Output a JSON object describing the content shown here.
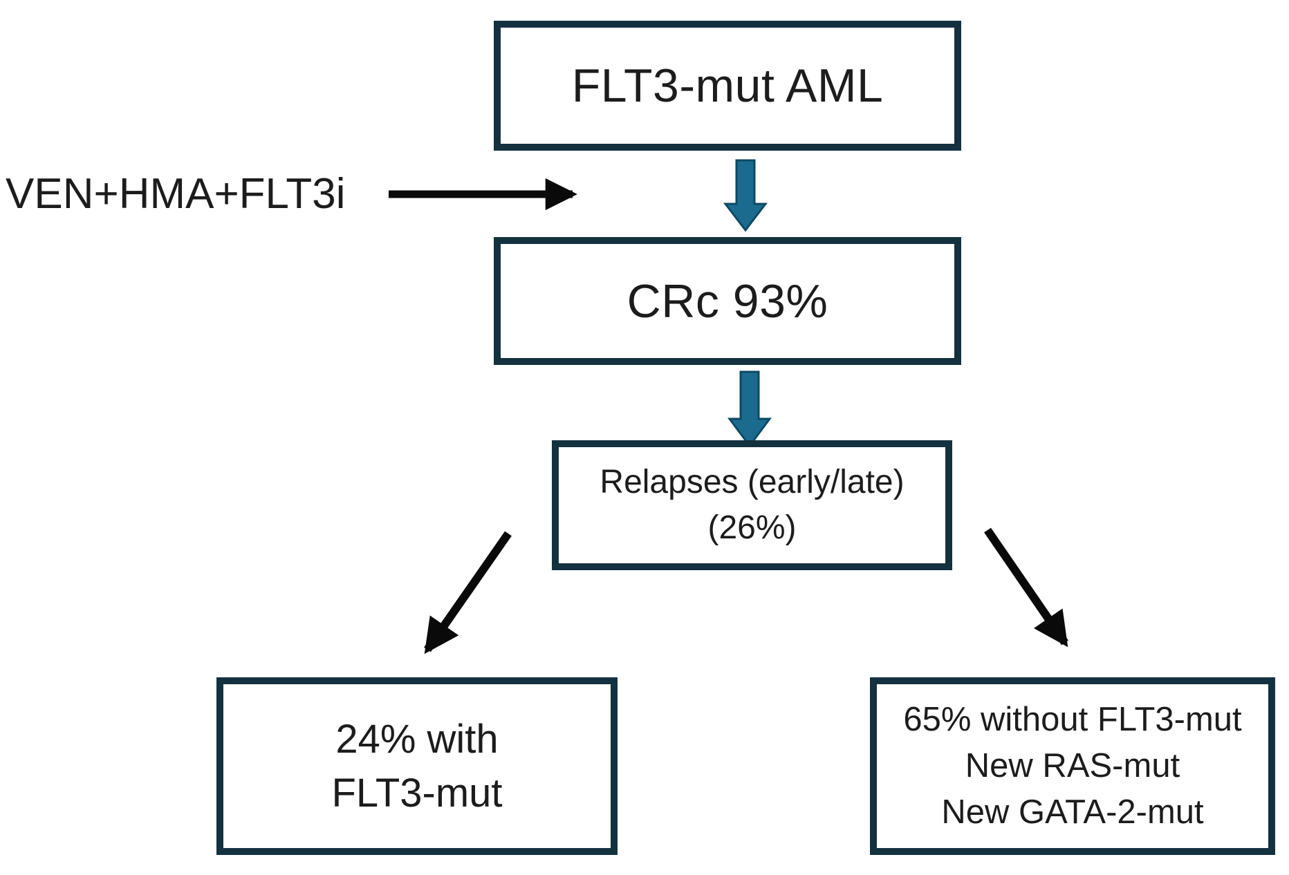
{
  "diagram": {
    "treatment_label": "VEN+HMA+FLT3i",
    "nodes": {
      "flt3_aml": {
        "label": "FLT3-mut AML"
      },
      "crc": {
        "label": "CRc 93%"
      },
      "relapses": {
        "line1": "Relapses (early/late)",
        "line2": "(26%)"
      },
      "with_flt3": {
        "line1": "24% with",
        "line2": "FLT3-mut"
      },
      "without_flt3": {
        "line1": "65% without FLT3-mut",
        "line2": "New RAS-mut",
        "line3": "New GATA-2-mut"
      }
    },
    "arrows": {
      "treatment_arrow": "black right arrow from VEN+HMA+FLT3i label toward flow",
      "flow_arrow_1": "blue down arrow FLT3-mut AML to CRc 93%",
      "flow_arrow_2": "blue down arrow CRc 93% to Relapses",
      "relapse_left_arrow": "black diagonal arrow Relapses to 24% with FLT3-mut",
      "relapse_right_arrow": "black diagonal arrow Relapses to 65% without FLT3-mut"
    }
  },
  "colors": {
    "background": "#ffffff",
    "box_border": "#14313f",
    "box_fill": "#ffffff",
    "text": "#1c1c1c",
    "black_arrow": "#0a0a0a",
    "blue_arrow_fill": "#1b6b8f",
    "blue_arrow_stroke": "#0d4a63"
  }
}
